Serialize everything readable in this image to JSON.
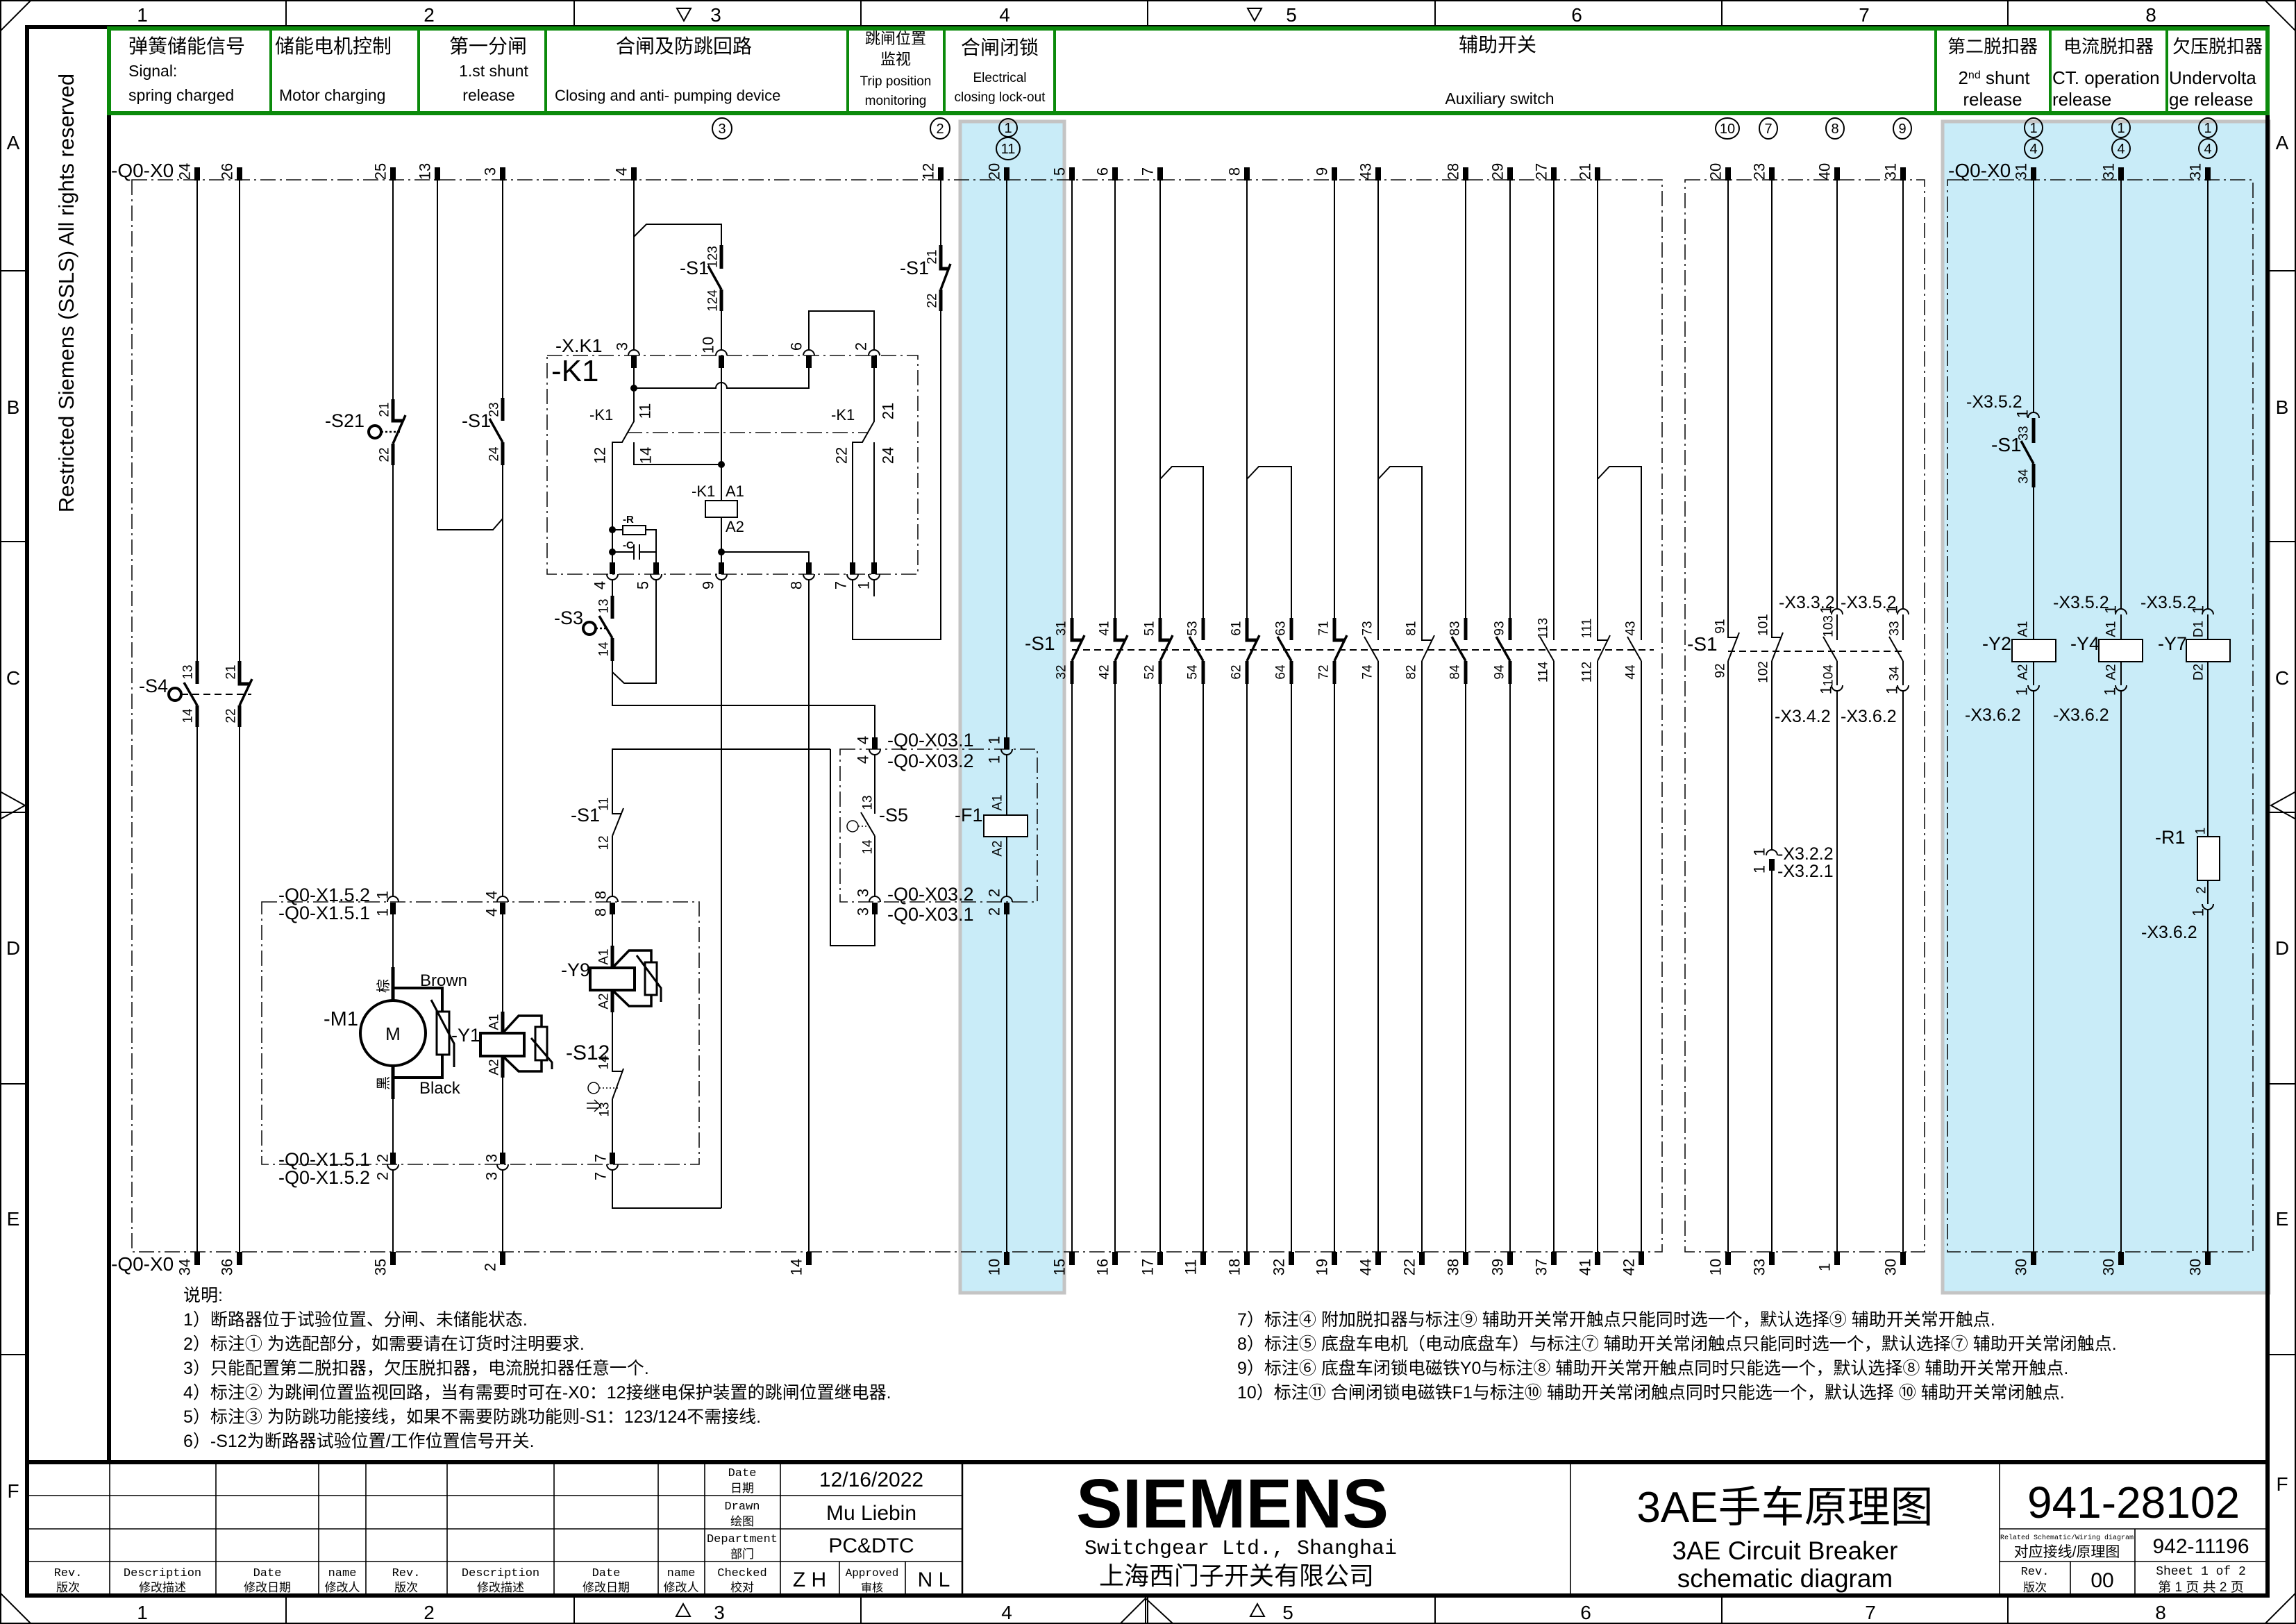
{
  "colors": {
    "header_border": "#0b8a0b",
    "optional_highlight": "#c9ecf8",
    "highlight_border": "#c4c4c4"
  },
  "frame": {
    "columns": [
      "1",
      "2",
      "3",
      "4",
      "5",
      "6",
      "7",
      "8"
    ],
    "rows": [
      "A",
      "B",
      "C",
      "D",
      "E",
      "F"
    ],
    "side_notice": "Restricted Siemens (SSLS) All rights reserved"
  },
  "header": {
    "sections": [
      {
        "zh": "弹簧储能信号",
        "en1": "Signal:",
        "en2": "spring charged"
      },
      {
        "zh": "储能电机控制",
        "en2": "Motor charging"
      },
      {
        "zh": "第一分闸",
        "en1": "1.st shunt",
        "en2": "release"
      },
      {
        "zh": "合闸及防跳回路",
        "en2": "Closing and anti- pumping device"
      },
      {
        "zh": "跳闸位置",
        "zh2": "监视",
        "en1": "Trip position",
        "en2": "monitoring"
      },
      {
        "zh": "合闸闭锁",
        "en1": "Electrical",
        "en2": "closing lock-out"
      },
      {
        "zh": "辅助开关",
        "en2": "Auxiliary switch"
      },
      {
        "zh": "第二脱扣器",
        "en1_num": "2",
        "en1_sup": "nd",
        "en1_rest": " shunt",
        "en2": "release"
      },
      {
        "zh": "电流脱扣器",
        "en1": "CT. operation",
        "en2": "release"
      },
      {
        "zh": "欠压脱扣器",
        "en1": "Undervolta",
        "en2": "ge release"
      }
    ]
  },
  "schematic": {
    "strip": "-Q0-X0",
    "top_terminals": [
      "24",
      "26",
      "25",
      "13",
      "3",
      "4",
      "12",
      "20",
      "5",
      "6",
      "7",
      "8",
      "9",
      "43",
      "28",
      "29",
      "27",
      "21",
      "20",
      "23",
      "40",
      "31",
      "31",
      "31",
      "31"
    ],
    "bottom_terminals": [
      "34",
      "36",
      "35",
      "2",
      "14",
      "10",
      "15",
      "16",
      "17",
      "11",
      "18",
      "32",
      "19",
      "44",
      "22",
      "38",
      "39",
      "37",
      "41",
      "42",
      "10",
      "33",
      "1",
      "30",
      "30",
      "30",
      "30"
    ],
    "option_marks": [
      "3",
      "2",
      "1",
      "11",
      "10",
      "7",
      "8",
      "9",
      "1",
      "4",
      "1",
      "4",
      "1",
      "4"
    ],
    "devices": {
      "S4": "-S4",
      "S21": "-S21",
      "S1": "-S1",
      "XK1": "-X.K1",
      "K1": "-K1",
      "R": "-R",
      "C": "-C",
      "S3": "-S3",
      "S5": "-S5",
      "F1": "-F1",
      "M1": "-M1",
      "M": "M",
      "Y1": "-Y1",
      "Y9": "-Y9",
      "S12": "-S12",
      "Y2": "-Y2",
      "Y4": "-Y4",
      "Y7": "-Y7",
      "R1": "-R1"
    },
    "strips": {
      "X151": "-Q0-X1.5.1",
      "X152": "-Q0-X1.5.2",
      "X031": "-Q0-X03.1",
      "X032": "-Q0-X03.2",
      "X321": "-X3.2.1",
      "X322": "-X3.2.2",
      "X332": "-X3.3.2",
      "X342": "-X3.4.2",
      "X352": "-X3.5.2",
      "X362": "-X3.6.2"
    },
    "motor_leads": {
      "brown_zh": "棕",
      "brown": "Brown",
      "black_zh": "黑",
      "black": "Black"
    },
    "pins": {
      "S4": [
        "13",
        "14",
        "21",
        "22"
      ],
      "S21": [
        "21",
        "22"
      ],
      "S1_23": [
        "23",
        "24"
      ],
      "S1_123": [
        "123",
        "124"
      ],
      "S1_21": [
        "21",
        "22"
      ],
      "K1_top": [
        "3",
        "10",
        "6",
        "2"
      ],
      "K1_bottom": [
        "4",
        "5",
        "9",
        "8",
        "7",
        "1"
      ],
      "K1_contacts": [
        "11",
        "12",
        "14",
        "21",
        "22",
        "24"
      ],
      "coil": [
        "A1",
        "A2"
      ],
      "S3": [
        "13",
        "14"
      ],
      "S1_11": [
        "11",
        "12"
      ],
      "S5": [
        "13",
        "14"
      ],
      "X03": [
        "4",
        "1",
        "3",
        "2"
      ],
      "X15": [
        "1",
        "4",
        "8",
        "2",
        "3",
        "7"
      ],
      "S12": [
        "14",
        "13"
      ],
      "aux_S1": [
        "31",
        "32",
        "41",
        "42",
        "51",
        "52",
        "53",
        "54",
        "61",
        "62",
        "63",
        "64",
        "71",
        "72",
        "73",
        "74",
        "81",
        "82",
        "83",
        "84",
        "93",
        "94",
        "113",
        "114",
        "111",
        "112",
        "43",
        "44"
      ],
      "aux_S1_right": [
        "91",
        "92",
        "101",
        "102",
        "103",
        "104",
        "33",
        "34"
      ],
      "plug": "1",
      "S1_33": [
        "33",
        "34"
      ],
      "Y7": [
        "D1",
        "D2"
      ],
      "R1": [
        "1",
        "2"
      ]
    }
  },
  "notes": {
    "title": "说明:",
    "items": [
      "1）断路器位于试验位置、分闸、未储能状态.",
      "2）标注① 为选配部分，如需要请在订货时注明要求.",
      "3）只能配置第二脱扣器，欠压脱扣器，电流脱扣器任意一个.",
      "4）标注② 为跳闸位置监视回路，当有需要时可在-X0：12接继电保护装置的跳闸位置继电器.",
      "5）标注③ 为防跳功能接线，如果不需要防跳功能则-S1：123/124不需接线.",
      "6）-S12为断路器试验位置/工作位置信号开关.",
      "7）标注④ 附加脱扣器与标注⑨ 辅助开关常开触点只能同时选一个，默认选择⑨ 辅助开关常开触点.",
      "8）标注⑤ 底盘车电机（电动底盘车）与标注⑦ 辅助开关常闭触点只能同时选一个，默认选择⑦ 辅助开关常闭触点.",
      "9）标注⑥ 底盘车闭锁电磁铁Y0与标注⑧ 辅助开关常开触点同时只能选一个，默认选择⑧ 辅助开关常开触点.",
      "10）标注⑪ 合闸闭锁电磁铁F1与标注⑩ 辅助开关常闭触点同时只能选一个，默认选择 ⑩ 辅助开关常闭触点."
    ]
  },
  "title_block": {
    "revision_columns": [
      {
        "en": "Rev.",
        "zh": "版次"
      },
      {
        "en": "Description",
        "zh": "修改描述"
      },
      {
        "en": "Date",
        "zh": "修改日期"
      },
      {
        "en": "name",
        "zh": "修改人"
      },
      {
        "en": "Rev.",
        "zh": "版次"
      },
      {
        "en": "Description",
        "zh": "修改描述"
      },
      {
        "en": "Date",
        "zh": "修改日期"
      },
      {
        "en": "name",
        "zh": "修改人"
      }
    ],
    "fields": [
      {
        "en": "Date",
        "zh": "日期",
        "value": "12/16/2022"
      },
      {
        "en": "Drawn",
        "zh": "绘图",
        "value": "Mu Liebin"
      },
      {
        "en": "Department",
        "zh": "部门",
        "value": "PC&DTC"
      }
    ],
    "checked": {
      "en": "Checked",
      "zh": "校对",
      "value": "Z H"
    },
    "approved": {
      "en": "Approved",
      "zh": "审核",
      "value": "N L"
    },
    "company": {
      "logo": "SIEMENS",
      "name_en": "Switchgear Ltd., Shanghai",
      "name_zh": "上海西门子开关有限公司"
    },
    "title_zh": "3AE手车原理图",
    "title_en_1": "3AE Circuit Breaker",
    "title_en_2": "schematic diagram",
    "drawing_number": "941-28102",
    "related": {
      "en": "Related Schematic/Wiring diagram",
      "zh": "对应接线/原理图",
      "value": "942-11196"
    },
    "revision": {
      "en": "Rev.",
      "zh": "版次",
      "value": "00"
    },
    "sheet": {
      "en": "Sheet 1 of 2",
      "zh": "第 1 页  共 2 页"
    }
  }
}
